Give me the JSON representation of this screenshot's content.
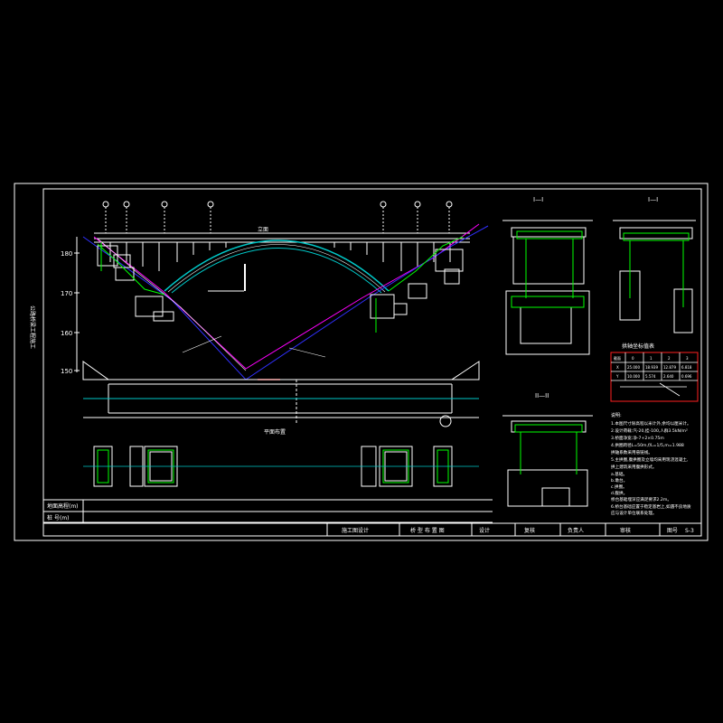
{
  "drawing": {
    "section_labels": [
      "I—I",
      "I—I",
      "II—II"
    ],
    "side_vertical_text": "公路桥梁工程施工",
    "elev_labels": [
      "180",
      "170",
      "160",
      "150"
    ],
    "plan_label": "平面布置",
    "elevation_title": "立面",
    "notes_title": "说明:",
    "notes": [
      "1.本图尺寸除高程以米计外,余均以厘米计。",
      "2.设计荷载:汽-20,挂-100,人群3.5kN/m²",
      "3.桥面净宽:净-7+2×0.75m",
      "4.拱圈跨径L=50m,f/L=1/5,m=1.988",
      "  拱轴系数采用悬链线。",
      "5.主拱圈,腹拱圈及立墙均采用现浇混凝土,",
      "  拱上建筑采用腹拱形式。",
      "  a.基础。",
      "  b.墩台。",
      "  c.拱圈。",
      "  d.腹拱。",
      "  桥台基础埋深应满足要求2.2m。",
      "6.桥台基础应置于稳定基岩上,如遇不良地质",
      "  应与设计单位联系处理。"
    ],
    "table_title": "拱轴坐标值表",
    "table_headers": [
      "截面",
      "0",
      "1",
      "2",
      "3"
    ],
    "table_rows": [
      [
        "X",
        "25.000",
        "18.939",
        "12.879",
        "6.818"
      ],
      [
        "Y",
        "10.000",
        "5.574",
        "2.640",
        "0.696"
      ]
    ],
    "bottom_rows": [
      "地面高程(m)",
      "桩 号(m)"
    ],
    "title_block": {
      "design_unit": "施工图设计",
      "drawing_name": "桥 型 布 置 图",
      "design": "设计",
      "review": "复核",
      "lead": "负责人",
      "approve": "审核",
      "sheet_label": "图号",
      "sheet_no": "S-3"
    },
    "colors": {
      "background": "#000000",
      "frame": "#ffffff",
      "arch": "#00c8c8",
      "magenta": "#ff00ff",
      "blue": "#0000ff",
      "green": "#00ff00",
      "red": "#ff0000",
      "yellow": "#ffff00"
    }
  }
}
